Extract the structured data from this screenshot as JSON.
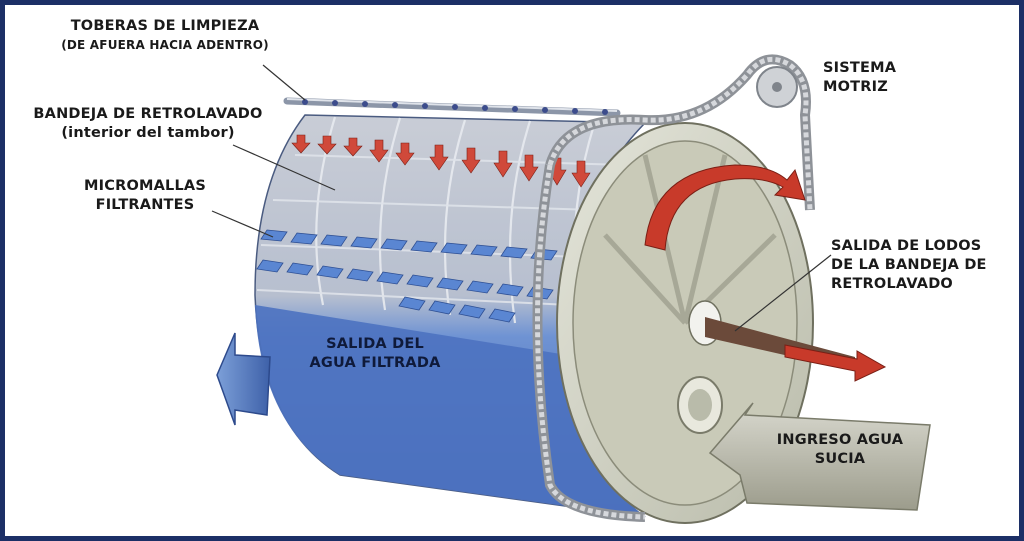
{
  "labels": {
    "toberas_line1": "TOBERAS DE LIMPIEZA",
    "toberas_line2": "(DE AFUERA HACIA ADENTRO)",
    "bandeja_line1": "BANDEJA DE RETROLAVADO",
    "bandeja_line2": "(interior del tambor)",
    "micromallas_line1": "MICROMALLAS",
    "micromallas_line2": "FILTRANTES",
    "sistema_line1": "SISTEMA",
    "sistema_line2": "MOTRIZ",
    "salida_lodos_line1": "SALIDA DE LODOS",
    "salida_lodos_line2": "DE LA BANDEJA DE",
    "salida_lodos_line3": "RETROLAVADO",
    "salida_agua_line1": "SALIDA DEL",
    "salida_agua_line2": "AGUA FILTRADA",
    "ingreso_line1": "INGRESO AGUA",
    "ingreso_line2": "SUCIA"
  },
  "colors": {
    "frame": "#1c2f66",
    "drum_blue": "#4f76c4",
    "arrow_red": "#c83a2a",
    "chain": "#b8bcc2",
    "end_plate": "#cfd1c2"
  }
}
